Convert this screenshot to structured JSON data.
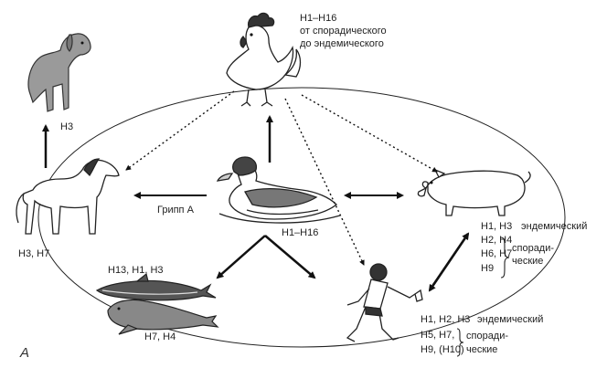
{
  "hosts": {
    "chicken": {
      "label_line1": "H1–H16",
      "label_line2": "от спорадического",
      "label_line3": "до эндемического"
    },
    "dog": {
      "label": "H3"
    },
    "horse": {
      "label": "H3, H7"
    },
    "duck": {
      "label": "H1–H16"
    },
    "pig": {
      "endemic": "H1, H3",
      "endemic_word": "эндемический",
      "sporadic_lines": [
        "H2, H4",
        "H6, H7",
        "H9"
      ],
      "sporadic_word_1": "споради-",
      "sporadic_word_2": "ческие"
    },
    "human": {
      "endemic": "H1, H2, H3",
      "endemic_word": "эндемический",
      "sporadic_lines": [
        "H5, H7,",
        "H9, (H10)"
      ],
      "sporadic_word_1": "споради-",
      "sporadic_word_2": "ческие"
    },
    "whale": {
      "label": "H13, H1, H3"
    },
    "seal": {
      "label": "H7, H4"
    }
  },
  "arrows": {
    "duck_to_horse_label": "Грипп А"
  },
  "panel_label": "А"
}
